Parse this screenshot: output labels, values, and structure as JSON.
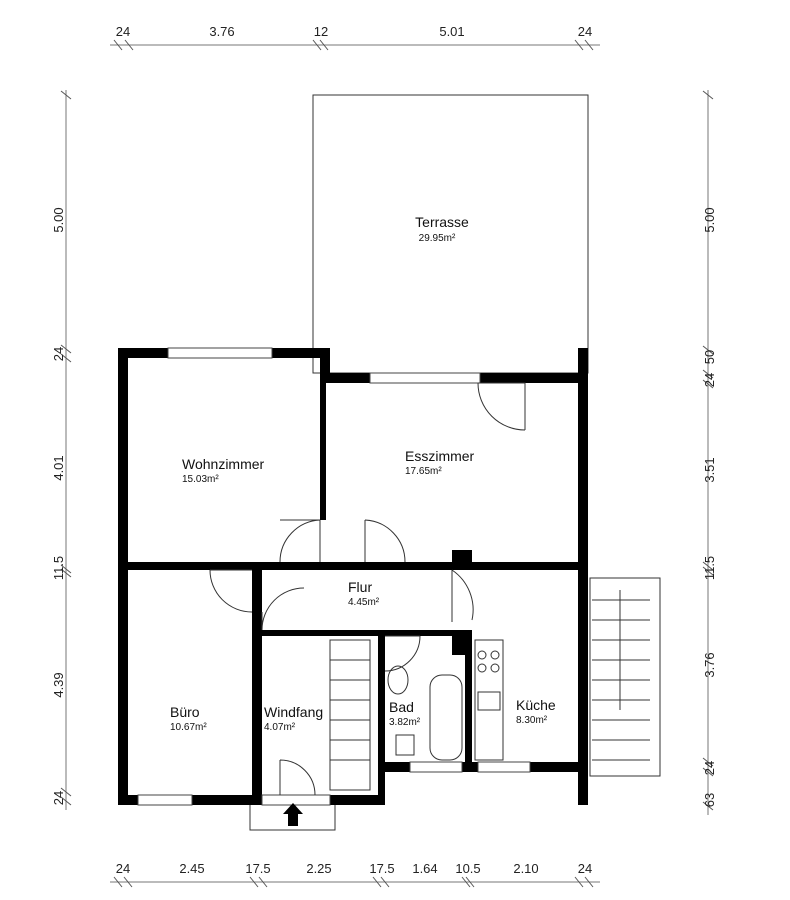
{
  "dimensions": {
    "top": [
      "24",
      "3.76",
      "12",
      "5.01",
      "24"
    ],
    "bottom": [
      "24",
      "2.45",
      "17.5",
      "2.25",
      "17.5",
      "1.64",
      "10.5",
      "2.10",
      "24"
    ],
    "left": [
      "5.00",
      "24",
      "4.01",
      "11.5",
      "4.39",
      "24"
    ],
    "right": [
      "5.00",
      "50",
      "24",
      "3.51",
      "11.5",
      "3.76",
      "24",
      "63"
    ]
  },
  "rooms": [
    {
      "name": "Terrasse",
      "area": "29.95m²"
    },
    {
      "name": "Wohnzimmer",
      "area": "15.03m²"
    },
    {
      "name": "Esszimmer",
      "area": "17.65m²"
    },
    {
      "name": "Flur",
      "area": "4.45m²"
    },
    {
      "name": "Büro",
      "area": "10.67m²"
    },
    {
      "name": "Windfang",
      "area": "4.07m²"
    },
    {
      "name": "Bad",
      "area": "3.82m²"
    },
    {
      "name": "Küche",
      "area": "8.30m²"
    }
  ],
  "icons": {
    "entrance": "entrance-arrow-icon"
  }
}
